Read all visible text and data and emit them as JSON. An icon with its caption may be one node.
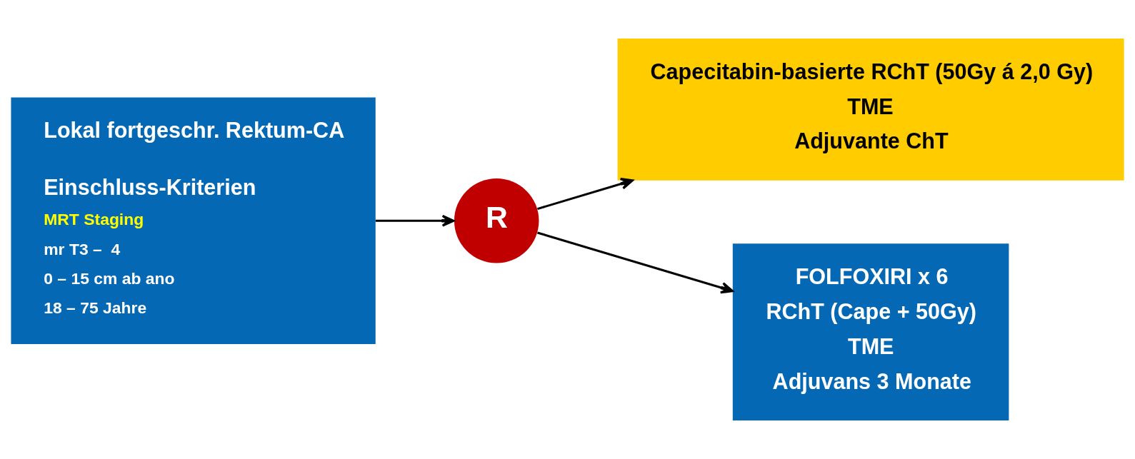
{
  "diagram": {
    "nodes": [
      {
        "text": [
          "Lokal fortgeschr. Rektum-CA",
          "Einschluss-Kriterien",
          "MRT Staging",
          "mr T3 –  4",
          "0 – 15 cm ab ano",
          "18 – 75 Jahre"
        ]
      },
      {
        "text": [
          "R"
        ]
      },
      {
        "text": [
          "Capecitabin-basierte RChT (50Gy á 2,0 Gy)",
          "TME",
          "Adjuvante ChT"
        ]
      },
      {
        "text": [
          "FOLFOXIRI x 6",
          "RChT (Cape + 50Gy)",
          "TME",
          "Adjuvans 3 Monate"
        ]
      }
    ],
    "edges": [
      {
        "from": 0,
        "to": 1,
        "arrow": "to"
      },
      {
        "from": 1,
        "to": 2,
        "arrow": "to"
      },
      {
        "from": 1,
        "to": 3,
        "arrow": "to"
      }
    ]
  }
}
